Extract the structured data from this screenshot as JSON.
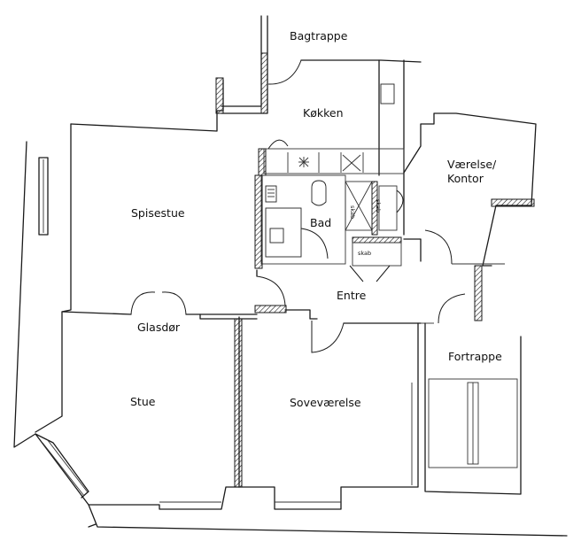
{
  "rooms": {
    "bagtrappe": "Bagtrappe",
    "kokken": "Køkken",
    "vaerelse_line1": "Værelse/",
    "vaerelse_line2": "Kontor",
    "spisestue": "Spisestue",
    "bad": "Bad",
    "entre": "Entre",
    "glasdor": "Glasdør",
    "fortrappe": "Fortrappe",
    "stue": "Stue",
    "sovevaerelse": "Soveværelse"
  },
  "fixtures": {
    "skab_1": "skab",
    "skab_2": "skab",
    "skab_3": "skab"
  }
}
